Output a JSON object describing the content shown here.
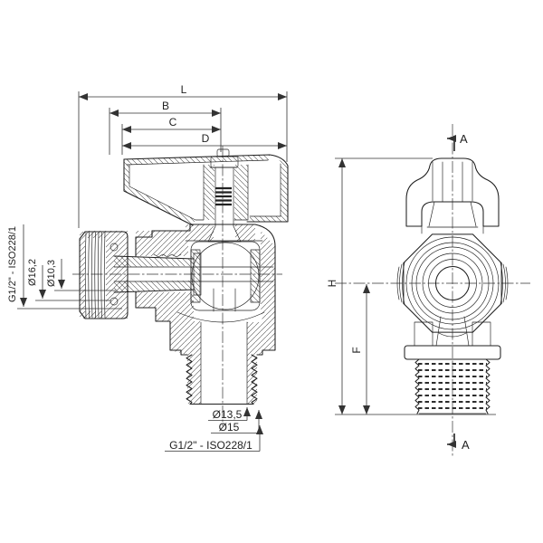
{
  "colors": {
    "background": "#ffffff",
    "line": "#1f1f1f",
    "dim": "#333333"
  },
  "section_view": {
    "dims": {
      "L": "L",
      "B": "B",
      "C": "C",
      "D": "D"
    },
    "inlet": {
      "thread": "G1/2\" - ISO228/1",
      "outer_dia": "Ø16,2",
      "inner_dia": "Ø10,3"
    },
    "outlet": {
      "inner_dia": "Ø13,5",
      "outer_dia": "Ø15",
      "thread": "G1/2\" - ISO228/1"
    }
  },
  "front_view": {
    "dims": {
      "H": "H",
      "F": "F"
    },
    "section_marker": {
      "top": "A",
      "bottom": "A"
    }
  }
}
